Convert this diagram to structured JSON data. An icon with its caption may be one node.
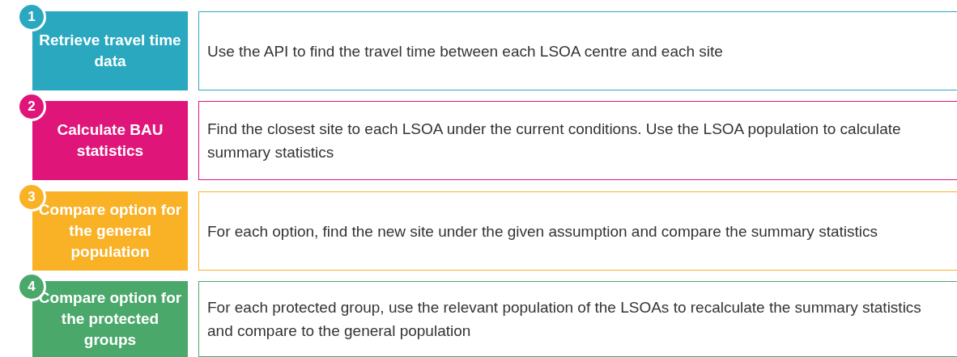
{
  "diagram": {
    "nodes": [
      {
        "text": [
          "1"
        ]
      },
      {
        "text": [
          "Retrieve travel time data"
        ]
      },
      {
        "text": [
          "Use the API to find the travel time between each LSOA centre and each site"
        ]
      },
      {
        "text": [
          "2"
        ]
      },
      {
        "text": [
          "Calculate BAU statistics"
        ]
      },
      {
        "text": [
          "Find the closest site to each LSOA under the current conditions. Use the LSOA population to calculate summary statistics"
        ]
      },
      {
        "text": [
          "3"
        ]
      },
      {
        "text": [
          "Compare option for the general population"
        ]
      },
      {
        "text": [
          "For each option, find the new site under the given assumption and compare the summary statistics"
        ]
      },
      {
        "text": [
          "4"
        ]
      },
      {
        "text": [
          "Compare option for the protected groups"
        ]
      },
      {
        "text": [
          "For each protected group, use the relevant population of the LSOAs to recalculate the summary statistics and compare to the general population"
        ]
      }
    ]
  }
}
